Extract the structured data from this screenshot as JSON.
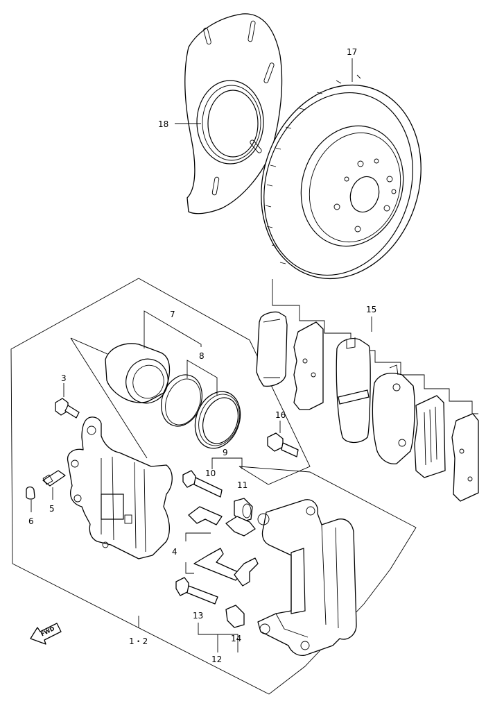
{
  "callouts": {
    "c1_2": "1・2",
    "c3": "3",
    "c4": "4",
    "c5": "5",
    "c6": "6",
    "c7": "7",
    "c8": "8",
    "c9": "9",
    "c10": "10",
    "c11": "11",
    "c12": "12",
    "c13": "13",
    "c14": "14",
    "c15": "15",
    "c16": "16",
    "c17": "17",
    "c18": "18"
  },
  "fwd": "FWD"
}
